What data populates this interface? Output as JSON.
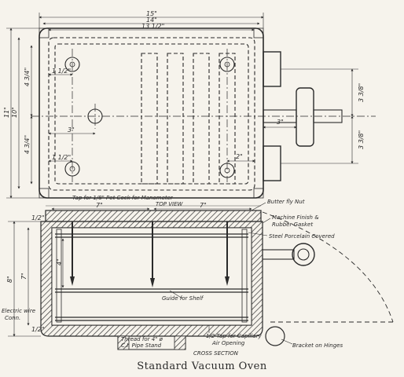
{
  "caption": "Standard Vacuum Oven",
  "views": {
    "top": "TOP VIEW",
    "cross": "CROSS SECTION"
  },
  "dimensions": {
    "overall_width": "15\"",
    "inner_width": "14\"",
    "inner_width2": "13 1/2\"",
    "overall_height": "11\"",
    "inner_height": "10\"",
    "hole_offset_a": "1 1/2\"",
    "hole_offset_b": "1 1/2\"",
    "center_spacing": "3\"",
    "upper_half": "4 3/4\"",
    "lower_half": "4 3/4\"",
    "right_offset": "2\"",
    "stem_length": "3\"",
    "bracket_upper": "3 3/8\"",
    "bracket_lower": "3 3/8\"",
    "shelf_spacing_a": "7\"",
    "shelf_spacing_b": "7\"",
    "oven_height": "8\"",
    "inner_depth": "7\"",
    "rod_length": "4\"",
    "corner_a": "1/2\"",
    "corner_b": "1/2\""
  },
  "labels": {
    "pet_cock": "Tap for 1/8\" Pet Cock for Manometer",
    "butterfly": "Butter fly Nut",
    "gasket_1": "Machine Finish &",
    "gasket_2": "Rubber Gasket",
    "porcelain": "Steel Porcelain Covered",
    "guide": "Guide for Shelf",
    "electric_1": "Electric wire",
    "electric_2": "Conn.",
    "thread_1": "Thread for 4\" ø",
    "thread_2": "C.I. Pipe Stand",
    "capillary_1": "1/2 Tap for Capillary",
    "capillary_2": "Air Opening",
    "bracket": "Bracket on Hinges"
  }
}
